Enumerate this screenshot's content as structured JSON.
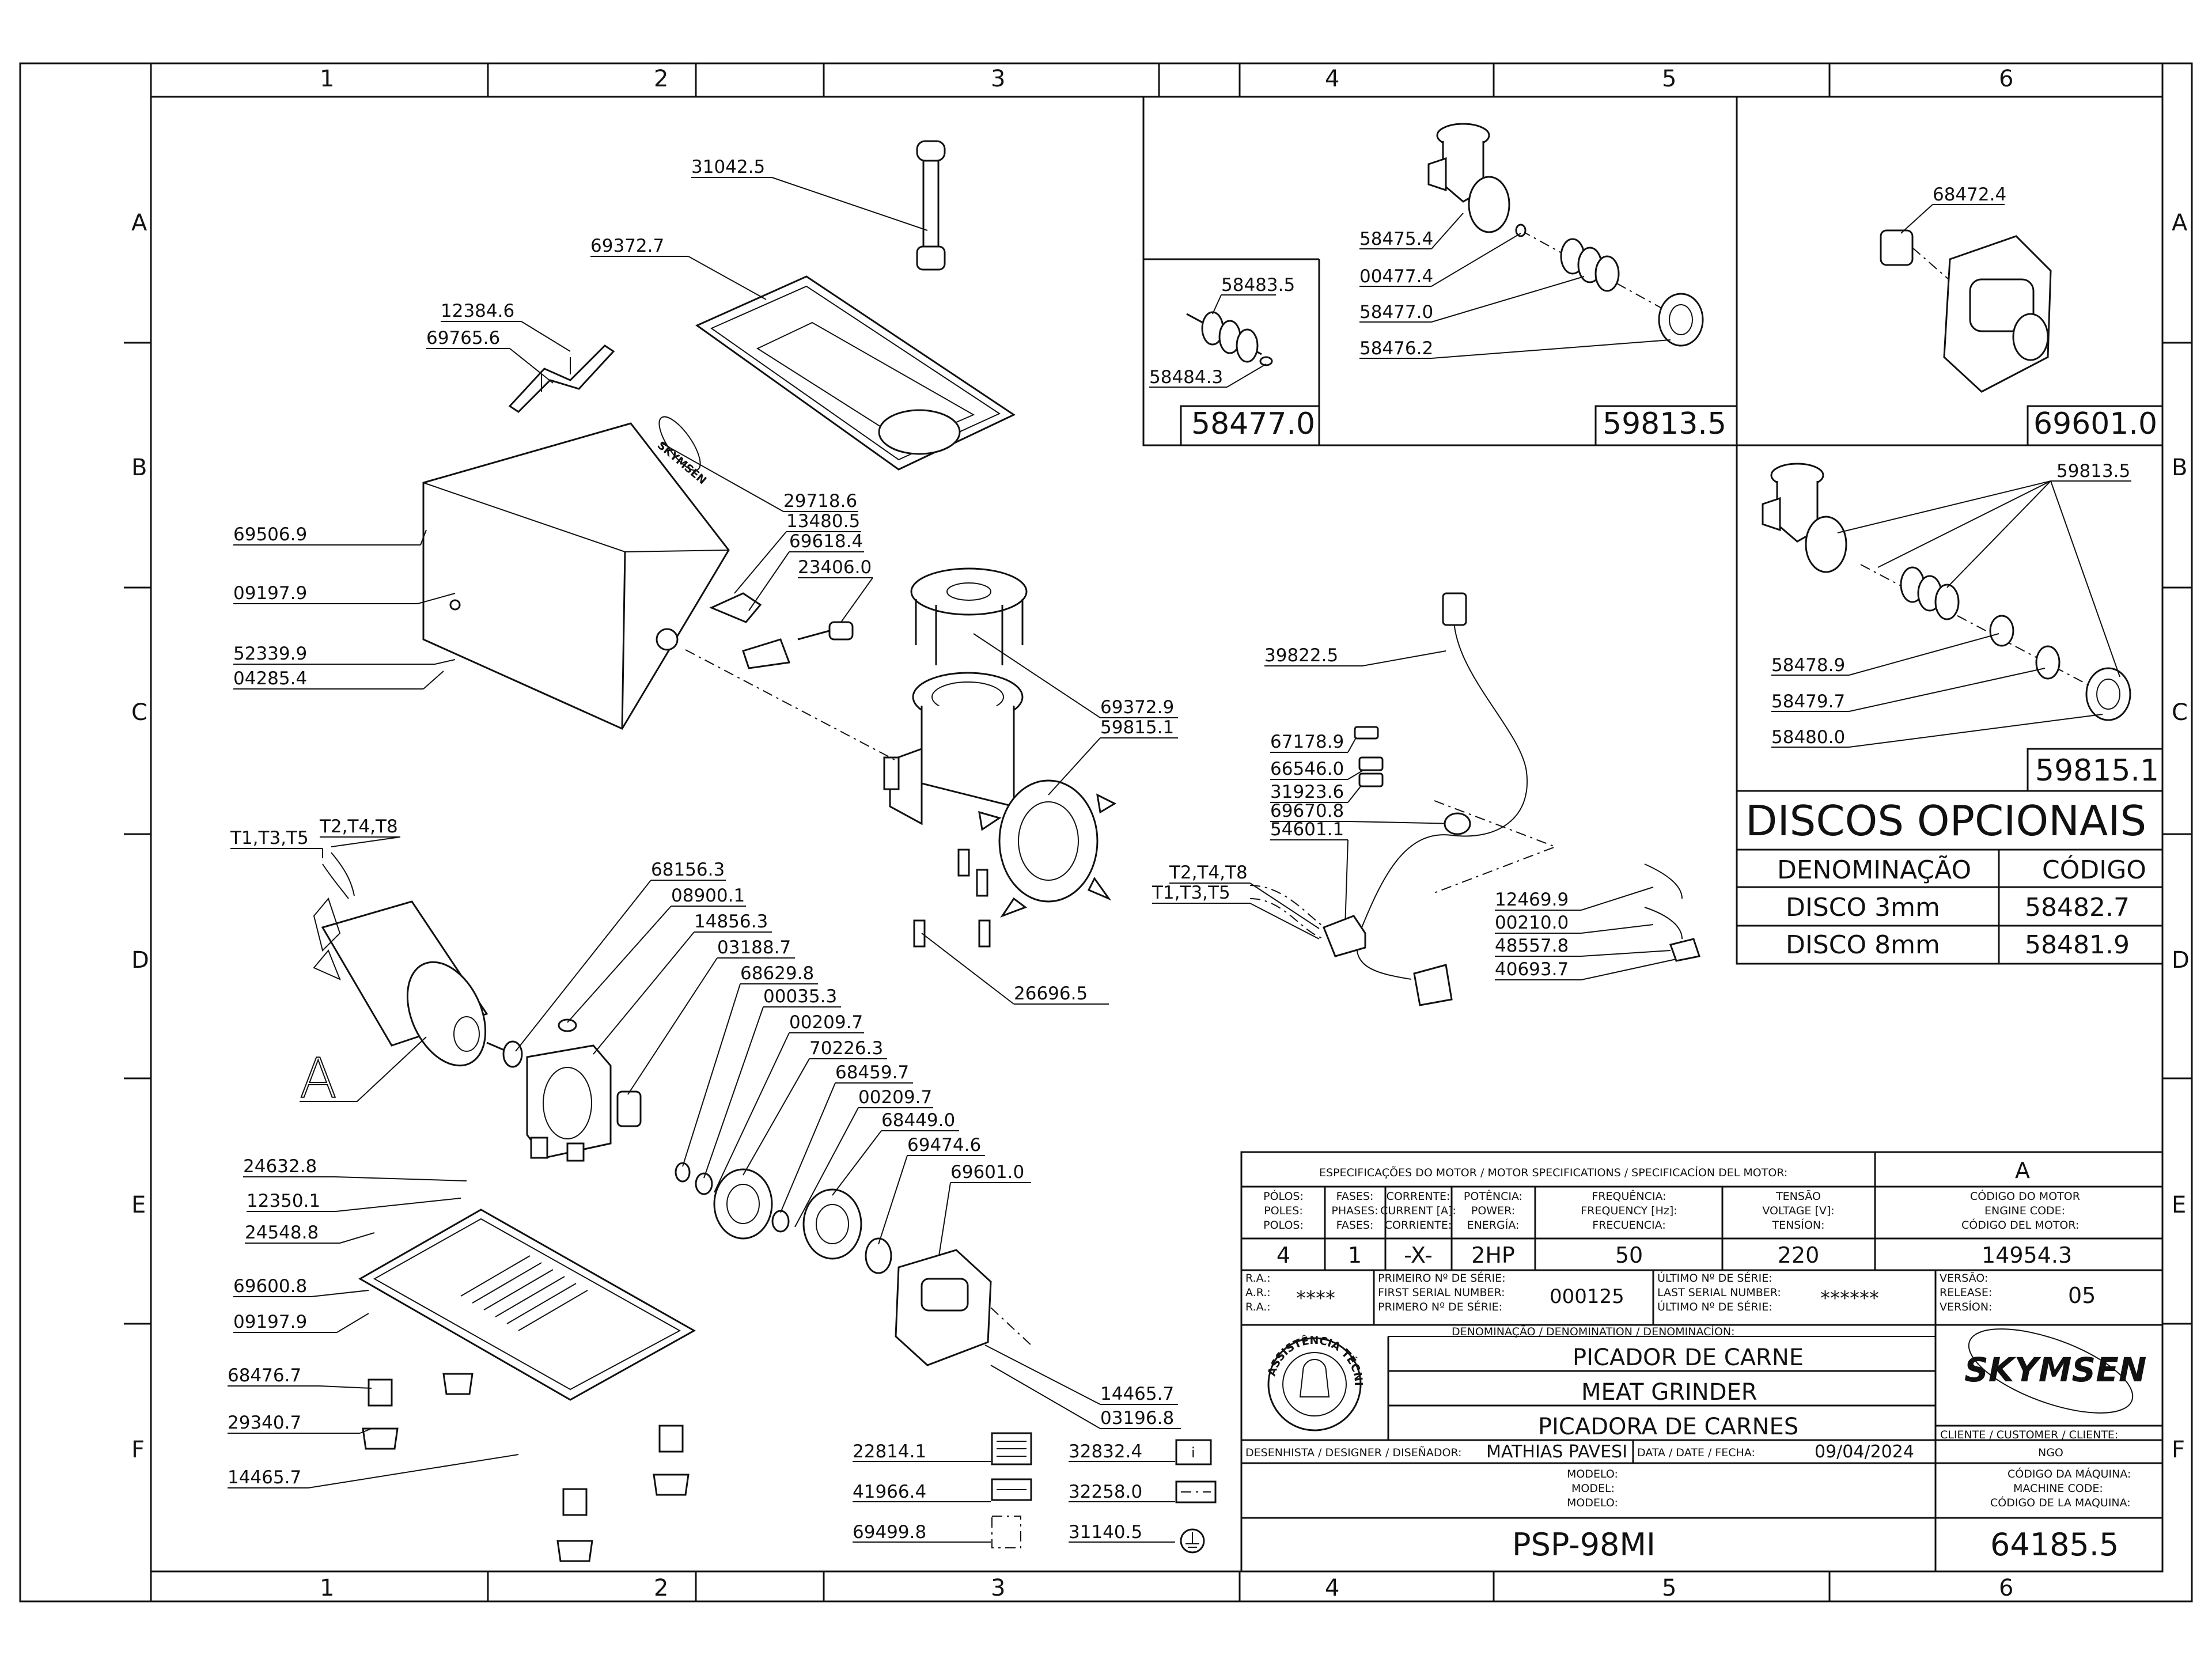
{
  "grid": {
    "columns": [
      "1",
      "2",
      "3",
      "4",
      "5",
      "6"
    ],
    "rows": [
      "A",
      "B",
      "C",
      "D",
      "E",
      "F"
    ]
  },
  "callouts": [
    "31042.5",
    "69372.7",
    "12384.6",
    "69765.6",
    "29718.6",
    "13480.5",
    "69618.4",
    "23406.0",
    "69506.9",
    "09197.9",
    "52339.9",
    "04285.4",
    "69372.9",
    "59815.1",
    "26696.5",
    "T1,T3,T5",
    "T2,T4,T8",
    "68156.3",
    "08900.1",
    "14856.3",
    "03188.7",
    "68629.8",
    "00035.3",
    "00209.7",
    "70226.3",
    "68459.7",
    "00209.7",
    "68449.0",
    "69474.6",
    "69601.0",
    "24632.8",
    "12350.1",
    "24548.8",
    "69600.8",
    "09197.9",
    "68476.7",
    "29340.7",
    "14465.7",
    "14465.7",
    "03196.8",
    "A",
    "39822.5",
    "67178.9",
    "66546.0",
    "31923.6",
    "69670.8",
    "54601.1",
    "T2,T4,T8",
    "T1,T3,T5",
    "12469.9",
    "00210.0",
    "48557.8",
    "40693.7"
  ],
  "detail_auger": {
    "labels": [
      "58483.5",
      "58484.3"
    ],
    "code": "58477.0"
  },
  "detail_head": {
    "labels": [
      "58475.4",
      "00477.4",
      "58477.0",
      "58476.2"
    ],
    "code": "59813.5"
  },
  "detail_motor_cover": {
    "labels": [
      "68472.4"
    ],
    "code": "69601.0"
  },
  "detail_assembly": {
    "labels": [
      "59813.5",
      "58478.9",
      "58479.7",
      "58480.0"
    ],
    "code": "59815.1"
  },
  "optional_discs": {
    "title": "DISCOS OPCIONAIS",
    "headers": [
      "DENOMINAÇÃO",
      "CÓDIGO"
    ],
    "rows": [
      [
        "DISCO 3mm",
        "58482.7"
      ],
      [
        "DISCO 8mm",
        "58481.9"
      ]
    ]
  },
  "accessories": [
    {
      "code": "22814.1",
      "icon": "label-plate-icon"
    },
    {
      "code": "32832.4",
      "icon": "info-sticker-icon"
    },
    {
      "code": "41966.4",
      "icon": "strip-label-icon"
    },
    {
      "code": "32258.0",
      "icon": "warning-strip-icon"
    },
    {
      "code": "69499.8",
      "icon": "blank-label-icon"
    },
    {
      "code": "31140.5",
      "icon": "ground-symbol-icon"
    }
  ],
  "title_block": {
    "spec_header": "ESPECIFICAÇÕES DO MOTOR / MOTOR SPECIFICATIONS / SPECIFICACÍON DEL MOTOR:",
    "spec_version_letter": "A",
    "spec_columns": [
      {
        "h": [
          "PÓLOS:",
          "POLES:",
          "POLOS:"
        ],
        "v": "4"
      },
      {
        "h": [
          "FASES:",
          "PHASES:",
          "FASES:"
        ],
        "v": "1"
      },
      {
        "h": [
          "CORRENTE:",
          "CURRENT [A]:",
          "CORRIENTE:"
        ],
        "v": "-X-"
      },
      {
        "h": [
          "POTÊNCIA:",
          "POWER:",
          "ENERGÍA:"
        ],
        "v": "2HP"
      },
      {
        "h": [
          "FREQUÊNCIA:",
          "FREQUENCY [Hz]:",
          "FRECUENCIA:"
        ],
        "v": "50"
      },
      {
        "h": [
          "TENSÃO",
          "VOLTAGE [V]:",
          "TENSÍON:"
        ],
        "v": "220"
      }
    ],
    "engine_code_labels": [
      "CÓDIGO DO MOTOR",
      "ENGINE CODE:",
      "CÓDIGO DEL MOTOR:"
    ],
    "engine_code": "14954.3",
    "ra_labels": [
      "R.A.:",
      "A.R.:",
      "R.A.:"
    ],
    "ra_value": "****",
    "first_serial_labels": [
      "PRIMEIRO Nº DE SÉRIE:",
      "FIRST SERIAL NUMBER:",
      "PRIMERO Nº DE SÉRIE:"
    ],
    "first_serial": "000125",
    "last_serial_labels": [
      "ÚLTIMO Nº DE SÉRIE:",
      "LAST SERIAL NUMBER:",
      "ÚLTIMO Nº DE SÉRIE:"
    ],
    "last_serial": "******",
    "version_labels": [
      "VERSÃO:",
      "RELEASE:",
      "VERSÍON:"
    ],
    "version": "05",
    "denomination_header": "DENOMINAÇÃO / DENOMINATION / DENOMINACÍON:",
    "names": [
      "PICADOR DE CARNE",
      "MEAT GRINDER",
      "PICADORA DE CARNES"
    ],
    "brand": "SKYMSEN",
    "seal_text": "ASSISTÊNCIA TÉCNICA AUTORIZADA",
    "client_label": "CLIENTE / CUSTOMER / CLIENTE:",
    "client": "NGO",
    "designer_label": "DESENHISTA / DESIGNER / DISEÑADOR:",
    "designer": "MATHIAS PAVESI",
    "date_label": "DATA / DATE / FECHA:",
    "date": "09/04/2024",
    "model_labels": [
      "MODELO:",
      "MODEL:",
      "MODELO:"
    ],
    "model": "PSP-98MI",
    "machine_code_labels": [
      "CÓDIGO DA MÁQUINA:",
      "MACHINE CODE:",
      "CÓDIGO DE LA MAQUINA:"
    ],
    "machine_code": "64185.5"
  }
}
